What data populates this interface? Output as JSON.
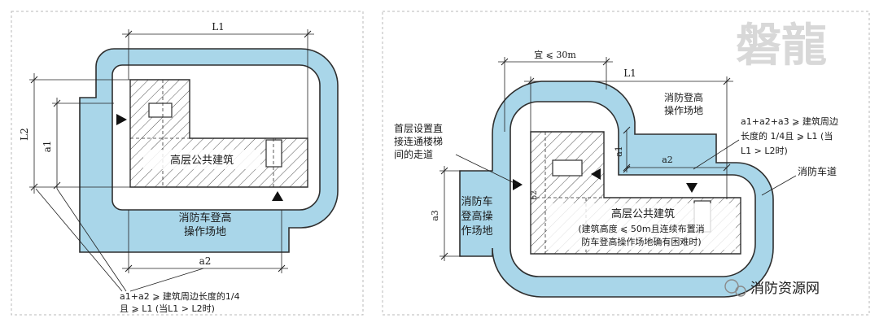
{
  "watermark": {
    "text": "磐龍"
  },
  "left_diagram": {
    "dimension_L1": "L1",
    "dimension_L2": "L2",
    "dimension_a1": "a1",
    "dimension_a2": "a2",
    "building_label": "高层公共建筑",
    "site_label_line1": "消防车登高",
    "site_label_line2": "操作场地",
    "note_line1": "a1+a2 ⩾ 建筑周边长度的1/4",
    "note_line2": "且 ⩾ L1 (当L1 > L2时)"
  },
  "right_diagram": {
    "dimension_spacing": "宜 ⩽ 30m",
    "dimension_L1": "L1",
    "dimension_a1": "a1",
    "dimension_a2": "a2",
    "dimension_a3": "a3",
    "dimension_b2": "b2",
    "site_top_line1": "消防登高",
    "site_top_line2": "操作场地",
    "stair_note_line1": "首层设置直",
    "stair_note_line2": "接连通楼梯",
    "stair_note_line3": "间的走道",
    "site_left_line1": "消防车",
    "site_left_line2": "登高操",
    "site_left_line3": "作场地",
    "building_label": "高层公共建筑",
    "building_sub_line1": "(建筑高度 ⩽ 50m且连续布置消",
    "building_sub_line2": "防车登高操作场地确有困难时)",
    "note_line1": "a1+a2+a3 ⩾ 建筑周边",
    "note_line2": "长度的 1/4且 ⩾ L1 (当",
    "note_line3": "L1 > L2时)",
    "road_label": "消防车道"
  },
  "credit": {
    "text": "消防资源网"
  },
  "colors": {
    "road": "#a9d6e9",
    "road_stroke": "#2f2f2f",
    "hatch": "#555555",
    "frame": "#b8b8b8"
  }
}
